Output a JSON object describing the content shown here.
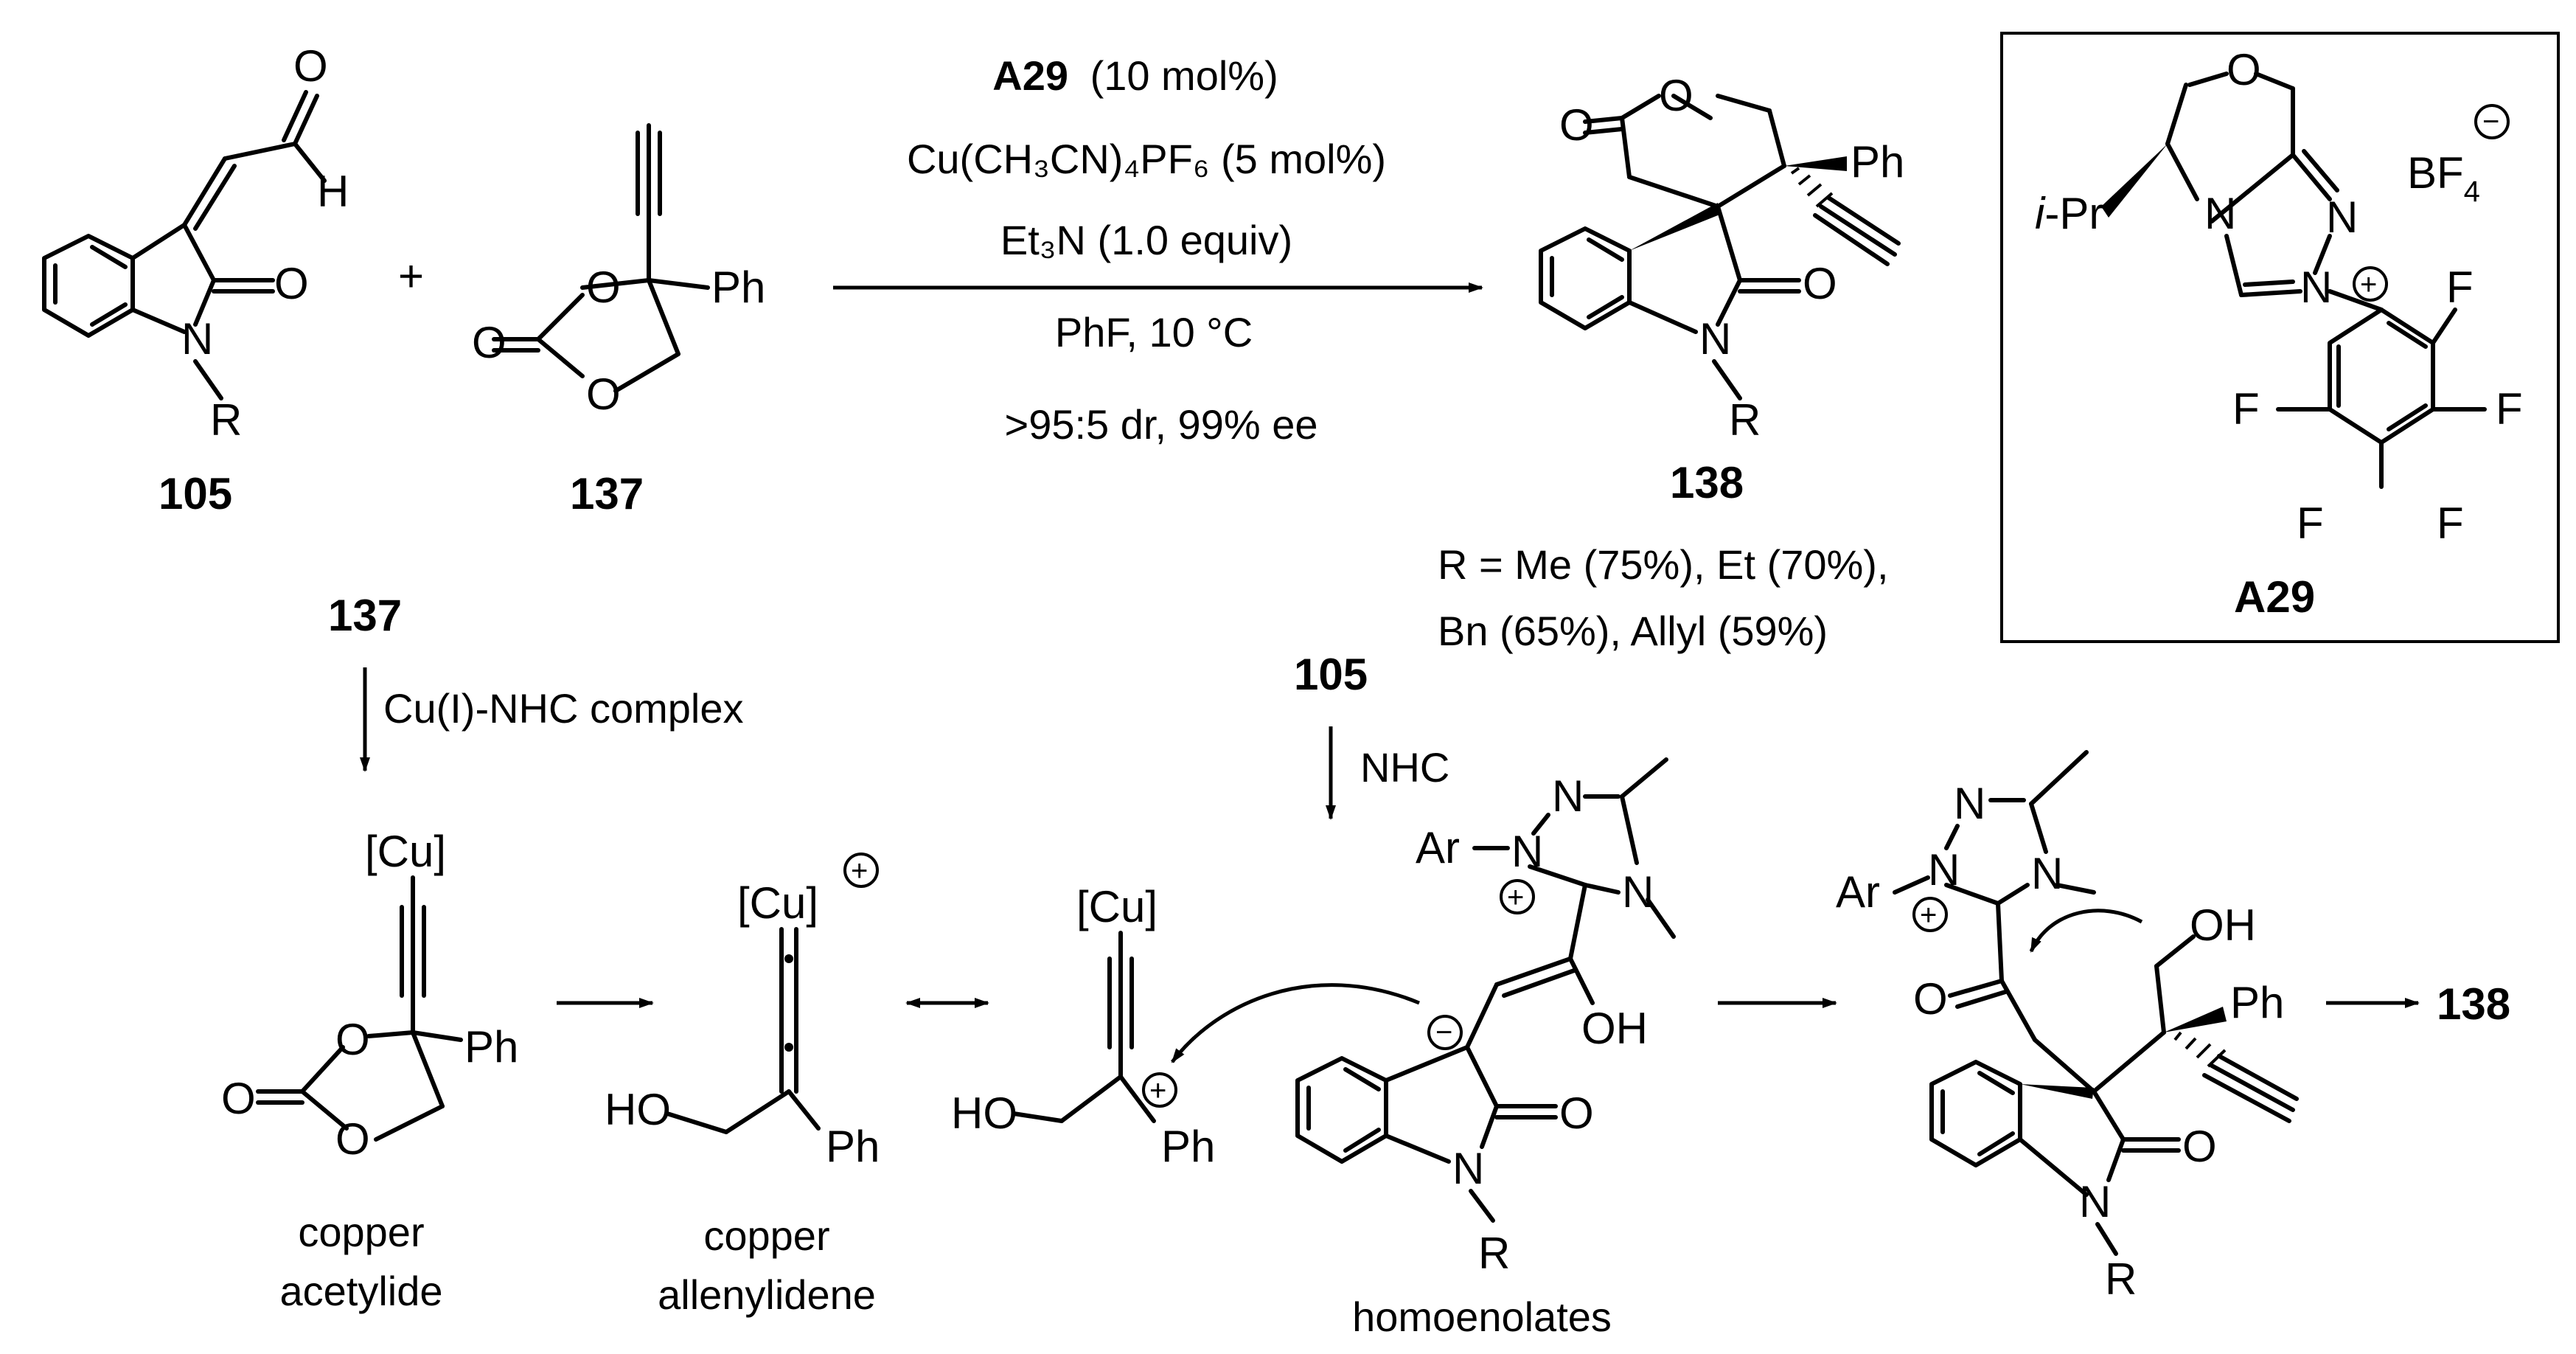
{
  "scheme": {
    "reactants": {
      "aldehyde_label": "105",
      "carbonate_label": "137",
      "plus": "+"
    },
    "conditions": {
      "catalyst_bold": "A29",
      "catalyst_load": "(10 mol%)",
      "copper": "Cu(CH₃CN)₄PF₆ (5 mol%)",
      "base": "Et₃N (1.0 equiv)",
      "solvent": "PhF, 10 °C",
      "selectivity": ">95:5 dr, 99% ee"
    },
    "product": {
      "label": "138",
      "yields_line1": "R = Me (75%), Et (70%),",
      "yields_line2": "Bn (65%), Allyl (59%)"
    },
    "catalyst_box": {
      "label": "A29",
      "counterion": "BF",
      "counterion_sub": "4",
      "ipr": "i-Pr"
    },
    "mechanism": {
      "start_label": "137",
      "step1_reagent": "Cu(I)-NHC complex",
      "second_start_label": "105",
      "step2_reagent": "NHC",
      "acetylide_name_1": "copper",
      "acetylide_name_2": "acetylide",
      "allenylidene_name_1": "copper",
      "allenylidene_name_2": "allenylidene",
      "homoenolate_name": "homoenolates",
      "final_label": "138"
    },
    "atoms": {
      "O": "O",
      "H": "H",
      "N": "N",
      "R": "R",
      "Ph": "Ph",
      "F": "F",
      "Cu": "[Cu]",
      "HO": "HO",
      "OH": "OH",
      "Ar": "Ar",
      "plus": "+",
      "minus": "−"
    }
  }
}
